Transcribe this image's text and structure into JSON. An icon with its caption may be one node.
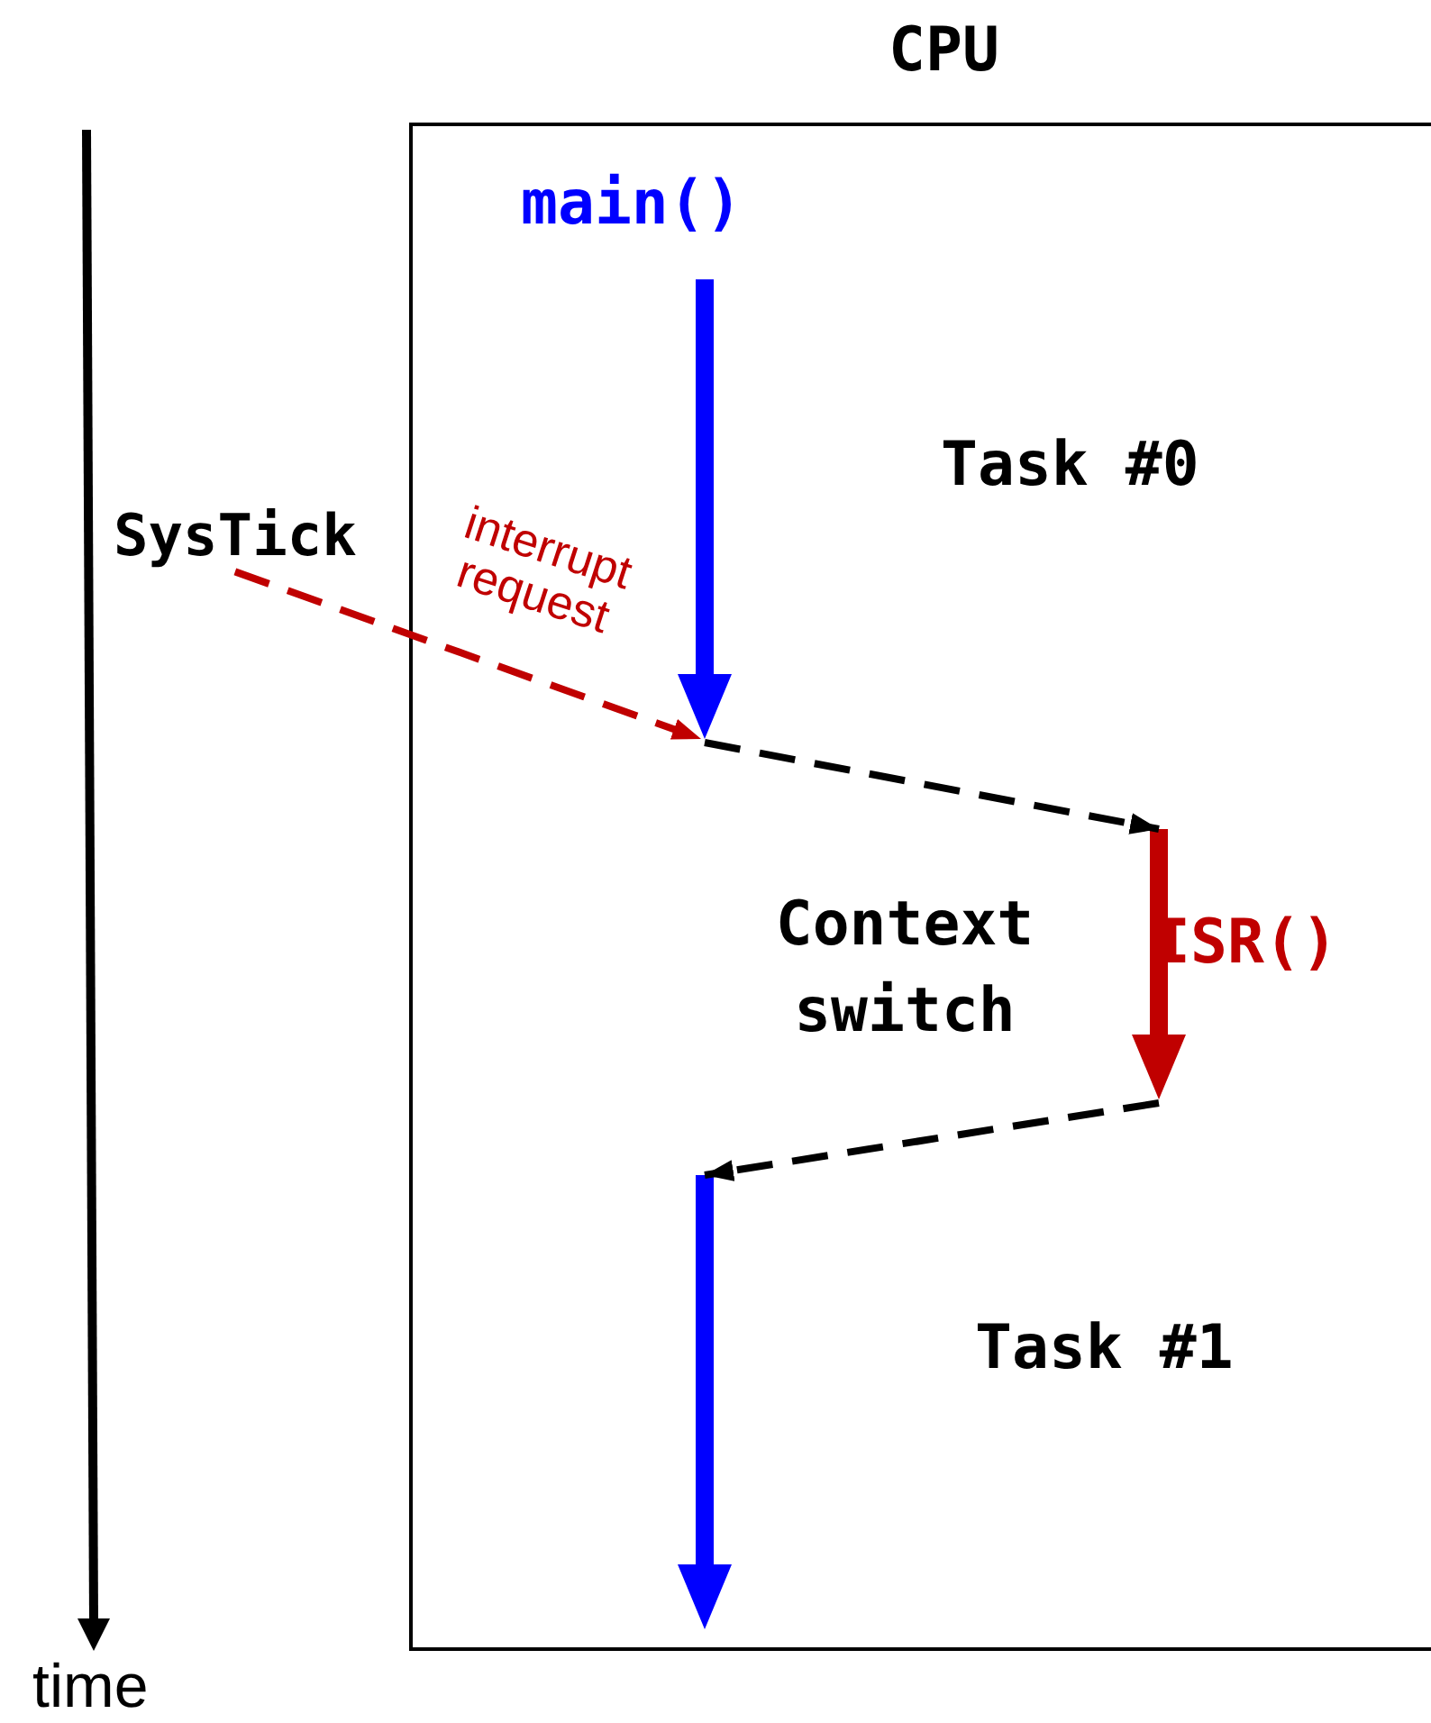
{
  "diagram": {
    "nodes": [
      {
        "text": [
          "CPU"
        ]
      },
      {
        "text": [
          "main()"
        ],
        "in": 0
      },
      {
        "text": [
          "Task #0"
        ],
        "in": 0
      },
      {
        "text": [
          "Context switch"
        ],
        "in": 0
      },
      {
        "text": [
          "ISR()"
        ],
        "in": 0
      },
      {
        "text": [
          "Task #1"
        ],
        "in": 0
      },
      {
        "text": [
          "SysTick"
        ]
      },
      {
        "text": [],
        "shape": "arrow",
        "in": 0
      },
      {
        "text": [],
        "shape": "arrow",
        "in": 0
      },
      {
        "text": [],
        "shape": "arrow",
        "in": 0
      }
    ],
    "edges": [
      {
        "from": 6,
        "to": 7,
        "arrow": "to",
        "label": "interrupt request",
        "style": "dashed",
        "color": "#c00000"
      },
      {
        "from": 7,
        "to": 8,
        "arrow": "to",
        "style": "dashed"
      },
      {
        "from": 8,
        "to": 9,
        "arrow": "to",
        "style": "dashed"
      }
    ],
    "labels": [
      "time"
    ]
  }
}
